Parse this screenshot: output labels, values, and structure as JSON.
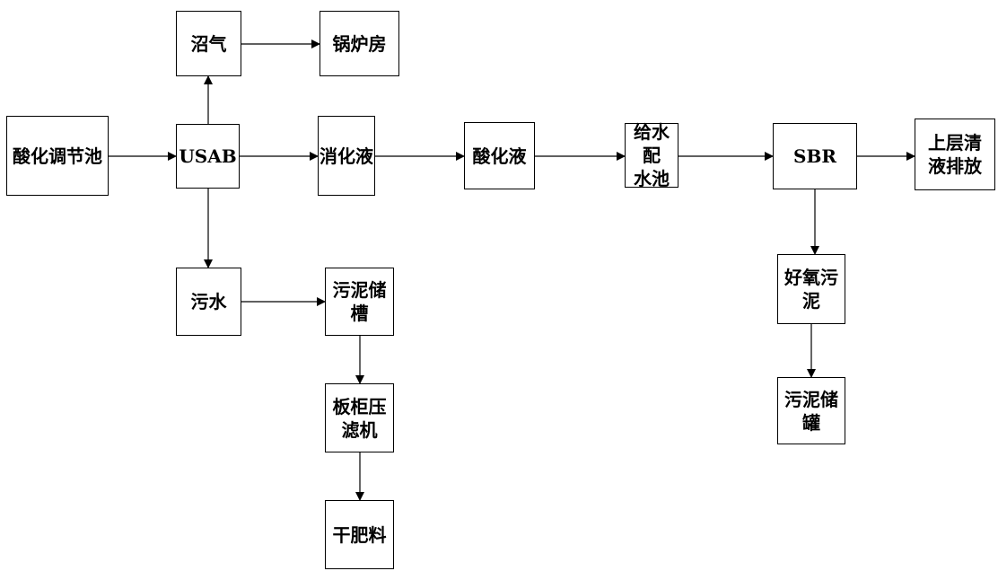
{
  "diagram": {
    "nodes": {
      "acid_tank": "酸化调节池",
      "usab": "USAB",
      "biogas": "沼气",
      "boiler": "锅炉房",
      "digest": "消化液",
      "acidified": "酸化液",
      "water_pool": "给水配\n水池",
      "sbr": "SBR",
      "discharge": "上层清\n液排放",
      "sewage": "污水",
      "sludge_tank": "污泥储\n槽",
      "filter_press": "板柜压\n滤机",
      "dry_fertilizer": "干肥料",
      "aerobic_sludge": "好氧污\n泥",
      "sludge_can": "污泥储\n罐"
    }
  }
}
